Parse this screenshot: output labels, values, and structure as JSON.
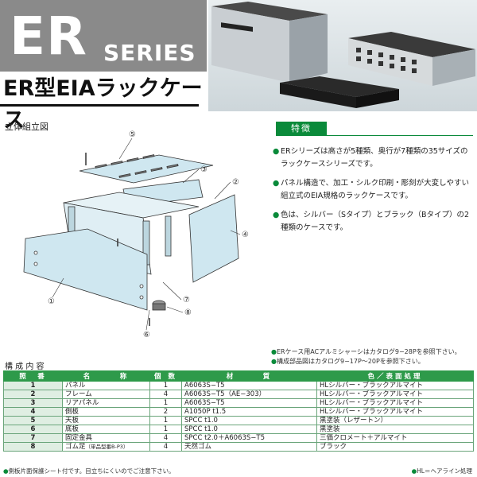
{
  "header": {
    "brand": "ER",
    "series_word": "SERIES",
    "subtitle": "ER型EIAラックケース"
  },
  "diagram": {
    "title": "立体組立図",
    "callouts": [
      "①",
      "②",
      "③",
      "④",
      "⑤",
      "⑥",
      "⑦",
      "⑧"
    ]
  },
  "features": {
    "label": "特徴",
    "bullet": "●",
    "items": [
      "ERシリーズは高さが5種類、奥行が7種類の35サイズのラックケースシリーズです。",
      "パネル構造で、加工・シルク印刷・彫刻が大変しやすい組立式のEIA規格のラックケースです。",
      "色は、シルバー（Sタイプ）とブラック（Bタイプ）の2種類のケースです。"
    ]
  },
  "notes": [
    "ERケース用ACアルミシャーシはカタログ9−28Pを参照下さい。",
    "構成部品図はカタログ9−17P〜20Pを参照下さい。"
  ],
  "parts_table": {
    "title": "構 成 内 容",
    "headers": [
      "照　番",
      "名　　　称",
      "個 数",
      "材　　　質",
      "色／表面処理"
    ],
    "rows": [
      {
        "no": "1",
        "name": "パネル",
        "qty": "1",
        "material": "A6063S−T5",
        "finish": "HLシルバー・ブラックアルマイト"
      },
      {
        "no": "2",
        "name": "フレーム",
        "qty": "4",
        "material": "A6063S−T5（AE−303）",
        "finish": "HLシルバー・ブラックアルマイト"
      },
      {
        "no": "3",
        "name": "リアパネル",
        "qty": "1",
        "material": "A6063S−T5",
        "finish": "HLシルバー・ブラックアルマイト"
      },
      {
        "no": "4",
        "name": "側板",
        "qty": "2",
        "material": "A1050P t1.5",
        "finish": "HLシルバー・ブラックアルマイト"
      },
      {
        "no": "5",
        "name": "天板",
        "qty": "1",
        "material": "SPCC t1.0",
        "finish": "黒塗装（レザートン）"
      },
      {
        "no": "6",
        "name": "底板",
        "qty": "1",
        "material": "SPCC t1.0",
        "finish": "黒塗装"
      },
      {
        "no": "7",
        "name": "固定金具",
        "qty": "4",
        "material": "SPCC t2.0＋A6063S−T5",
        "finish": "三価クロメート＋アルマイト"
      },
      {
        "no": "8",
        "name": "ゴム足",
        "name_note": "（単品型番B-P3）",
        "qty": "4",
        "material": "天然ゴム",
        "finish": "ブラック"
      }
    ]
  },
  "footnotes": {
    "left": "側板片面保護シート付です。目立ちにくいのでご注意下さい。",
    "right": "HL＝ヘアライン処理"
  },
  "colors": {
    "accent_green": "#0a8a3a",
    "table_header": "#2e9a4a",
    "banner_gray": "#8a8a8a"
  }
}
